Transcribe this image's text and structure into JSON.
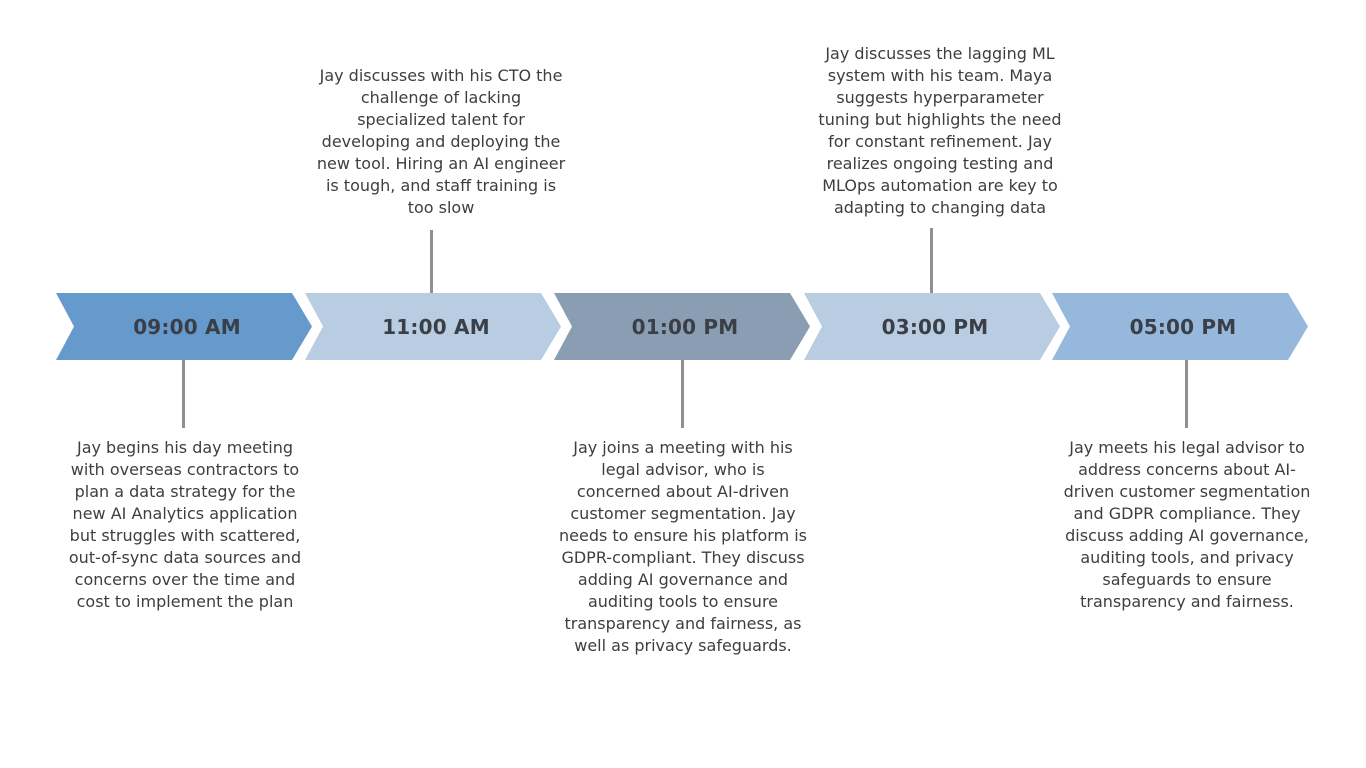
{
  "events": [
    {
      "time": "09:00 AM",
      "color": "#6699cc",
      "description": "Jay begins his day meeting with overseas contractors to plan a data strategy for the new AI Analytics application but struggles with scattered, out-of-sync data sources and concerns over the time and cost to implement the plan",
      "placement": "below"
    },
    {
      "time": "11:00 AM",
      "color": "#b8cce2",
      "description": "Jay discusses with his CTO the challenge of lacking specialized talent for developing and deploying the new tool. Hiring an AI engineer is tough, and staff training is too slow",
      "placement": "above"
    },
    {
      "time": "01:00 PM",
      "color": "#8a9db3",
      "description": "Jay joins a meeting with his legal advisor, who is concerned about AI-driven customer segmentation. Jay needs to ensure his platform is GDPR-compliant. They discuss adding AI governance and auditing tools to ensure transparency and fairness, as well as privacy safeguards.",
      "placement": "below"
    },
    {
      "time": "03:00 PM",
      "color": "#b8cce2",
      "description": "Jay discusses the lagging ML system with his team. Maya suggests hyperparameter tuning but highlights the need for constant refinement. Jay realizes ongoing testing and MLOps automation are key to adapting to changing data",
      "placement": "above"
    },
    {
      "time": "05:00 PM",
      "color": "#97b8dd",
      "description": "Jay meets his legal advisor to address concerns about AI-driven customer segmentation and GDPR compliance. They discuss adding AI governance, auditing tools, and privacy safeguards to ensure transparency and fairness.",
      "placement": "below"
    }
  ]
}
